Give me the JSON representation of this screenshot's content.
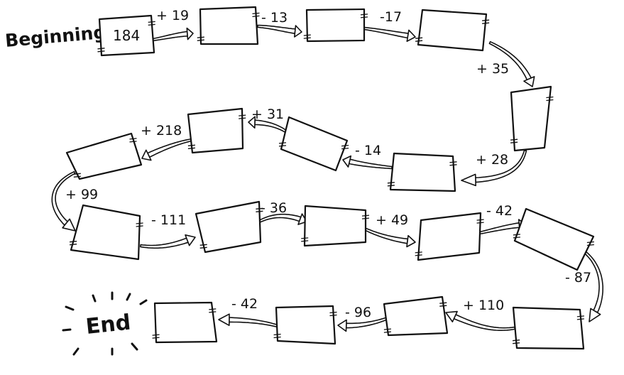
{
  "start_label": "Beginning",
  "end_label": "End",
  "start_value": "184",
  "operations": [
    "+ 19",
    "- 13",
    "-17",
    "+ 35",
    "+ 28",
    "- 14",
    "+ 31",
    "+ 218",
    "+ 99",
    "- 111",
    "- 36",
    "+ 49",
    "- 42",
    "- 87",
    "+ 110",
    "- 96",
    "- 42"
  ]
}
